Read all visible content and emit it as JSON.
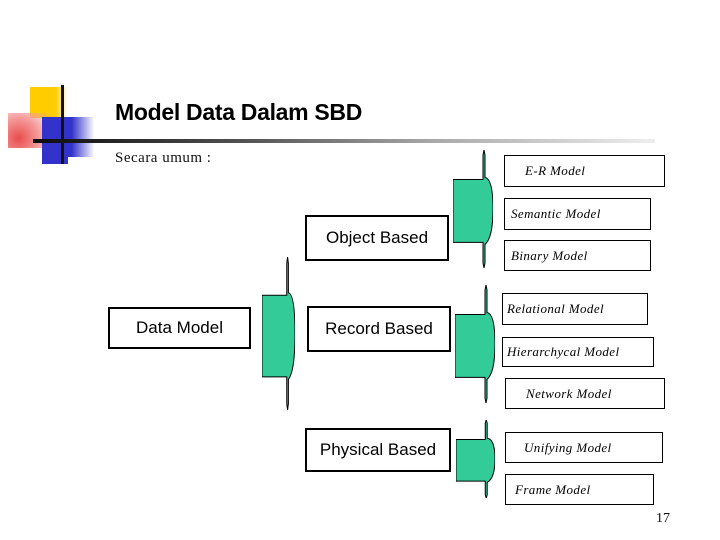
{
  "slide": {
    "title": "Model Data Dalam SBD",
    "subtitle": "Secara umum :",
    "page_number": "17"
  },
  "diagram": {
    "root_label": "Data Model",
    "categories": [
      "Object Based",
      "Record Based",
      "Physical Based"
    ],
    "models": {
      "object_based": [
        "E-R Model",
        "Semantic Model",
        "Binary Model"
      ],
      "record_based": [
        "Relational Model",
        "Hierarchycal Model",
        "Network Model"
      ],
      "physical_based": [
        "Unifying Model",
        "Frame Model"
      ]
    }
  },
  "icons": {
    "brace": "right-curly-brace-arrow"
  },
  "colors": {
    "brace_fill": "#33CC99",
    "accent_yellow": "#FFCC00",
    "accent_blue": "#3333CC",
    "accent_red": "#E84D4D",
    "title_color": "#000000"
  }
}
